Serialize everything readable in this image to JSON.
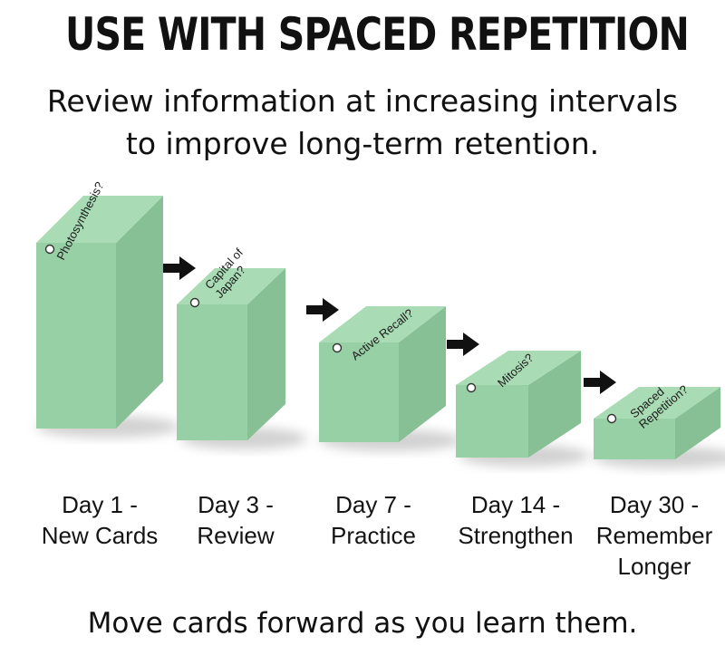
{
  "title": "USE WITH SPACED REPETITION",
  "subtitle": {
    "line1": "Review information at increasing intervals",
    "line2": "to improve long-term retention."
  },
  "stages": [
    {
      "card_text": [
        "Photosynthesis?"
      ],
      "label_line1": "Day 1 -",
      "label_line2": "New Cards",
      "label_line3": ""
    },
    {
      "card_text": [
        "Capital of",
        "Japan?"
      ],
      "label_line1": "Day 3 -",
      "label_line2": "Review",
      "label_line3": ""
    },
    {
      "card_text": [
        "Active Recall?"
      ],
      "label_line1": "Day 7 -",
      "label_line2": "Practice",
      "label_line3": ""
    },
    {
      "card_text": [
        "Mitosis?"
      ],
      "label_line1": "Day 14 -",
      "label_line2": "Strengthen",
      "label_line3": ""
    },
    {
      "card_text": [
        "Spaced",
        "Repetition?"
      ],
      "label_line1": "Day 30 -",
      "label_line2": "Remember",
      "label_line3": "Longer"
    }
  ],
  "footer": "Move cards forward as you learn them.",
  "colors": {
    "card_top": "#a9dcb4",
    "card_front": "#98d0a5",
    "card_side": "#86c094",
    "arrow": "#111111"
  },
  "icons": {
    "arrow": "arrow-right-icon",
    "hole": "card-hole"
  }
}
